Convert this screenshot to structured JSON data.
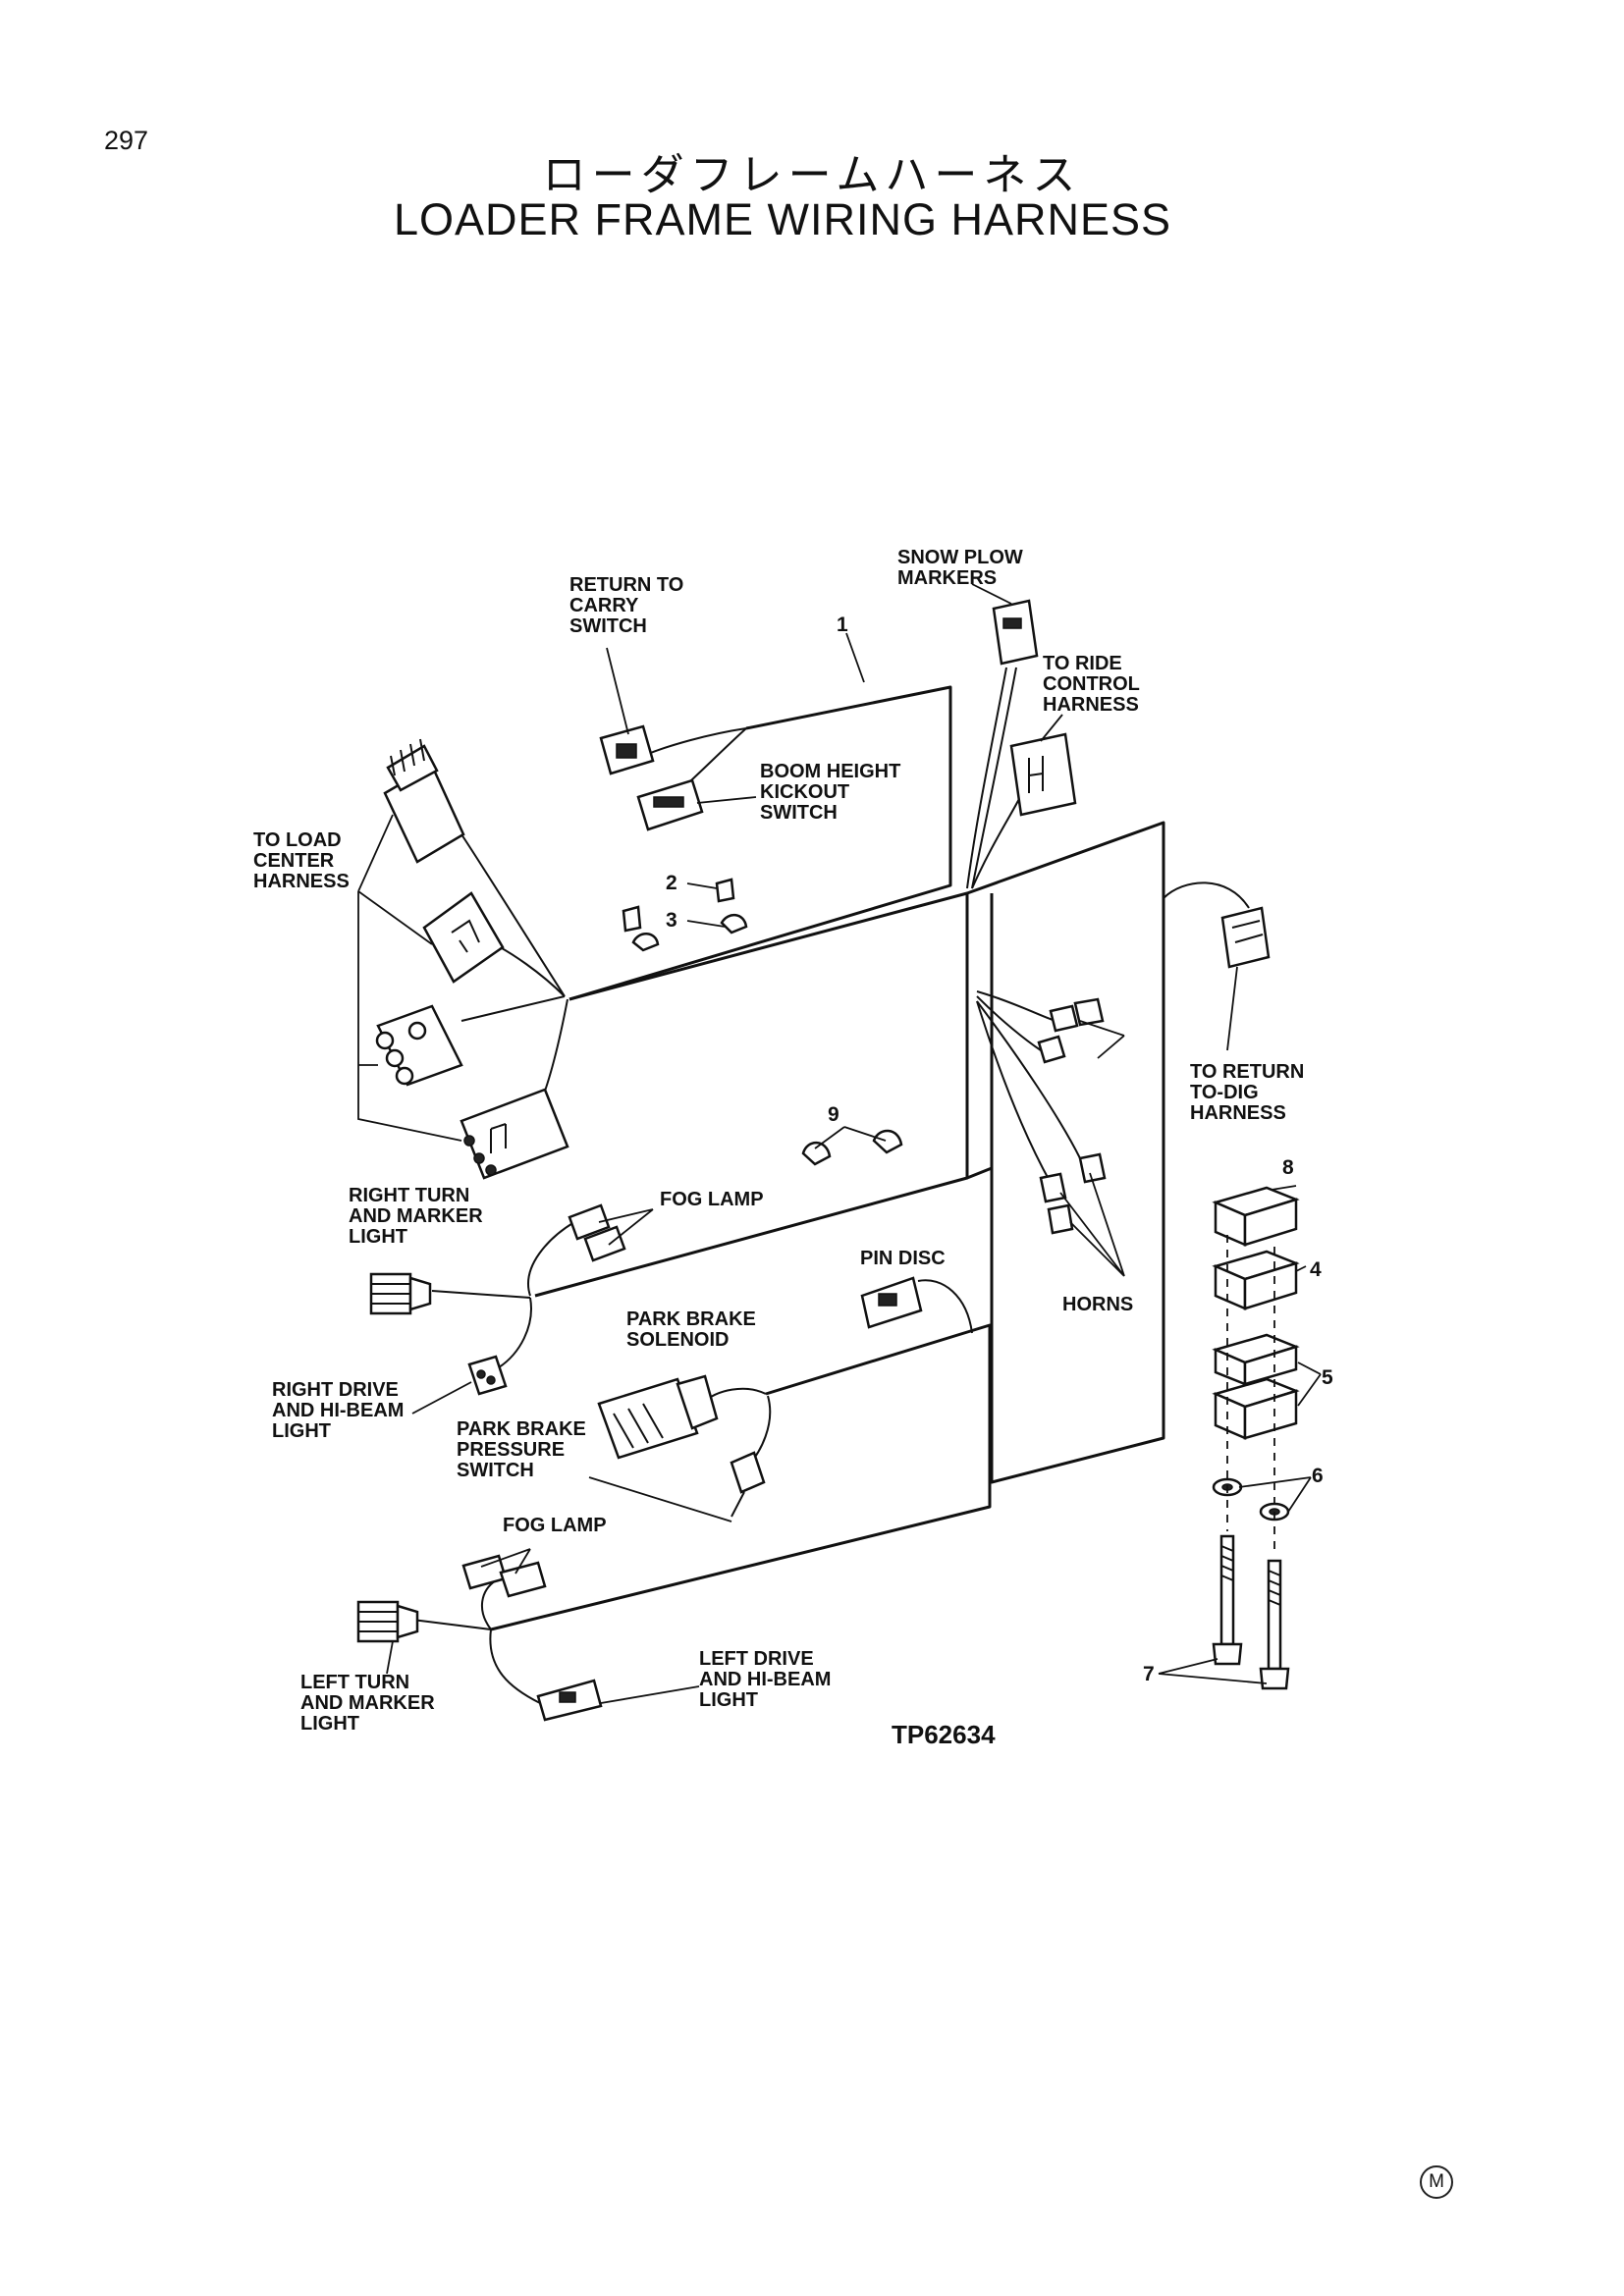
{
  "page": {
    "number": "297"
  },
  "title": {
    "japanese": "ローダフレームハーネス",
    "english": "LOADER FRAME WIRING HARNESS"
  },
  "figure_id": "TP62634",
  "callouts": [
    "1",
    "2",
    "3",
    "4",
    "5",
    "6",
    "7",
    "8",
    "9"
  ],
  "labels": {
    "return_to_carry_switch": [
      "RETURN TO",
      "CARRY",
      "SWITCH"
    ],
    "snow_plow_markers": [
      "SNOW PLOW",
      "MARKERS"
    ],
    "to_ride_control_harness": [
      "TO RIDE",
      "CONTROL",
      "HARNESS"
    ],
    "boom_height_kickout_switch": [
      "BOOM HEIGHT",
      "KICKOUT",
      "SWITCH"
    ],
    "to_load_center_harness": [
      "TO LOAD",
      "CENTER",
      "HARNESS"
    ],
    "to_return_to_dig_harness": [
      "TO RETURN",
      "TO-DIG",
      "HARNESS"
    ],
    "right_turn_and_marker_light": [
      "RIGHT TURN",
      "AND MARKER",
      "LIGHT"
    ],
    "fog_lamp_upper": [
      "FOG LAMP"
    ],
    "pin_disc": [
      "PIN DISC"
    ],
    "horns": [
      "HORNS"
    ],
    "park_brake_solenoid": [
      "PARK BRAKE",
      "SOLENOID"
    ],
    "right_drive_and_hi_beam_light": [
      "RIGHT DRIVE",
      "AND HI-BEAM",
      "LIGHT"
    ],
    "park_brake_pressure_switch": [
      "PARK BRAKE",
      "PRESSURE",
      "SWITCH"
    ],
    "fog_lamp_lower": [
      "FOG LAMP"
    ],
    "left_turn_and_marker_light": [
      "LEFT TURN",
      "AND MARKER",
      "LIGHT"
    ],
    "left_drive_and_hi_beam_light": [
      "LEFT DRIVE",
      "AND HI-BEAM",
      "LIGHT"
    ]
  },
  "trademark_mark": "M"
}
